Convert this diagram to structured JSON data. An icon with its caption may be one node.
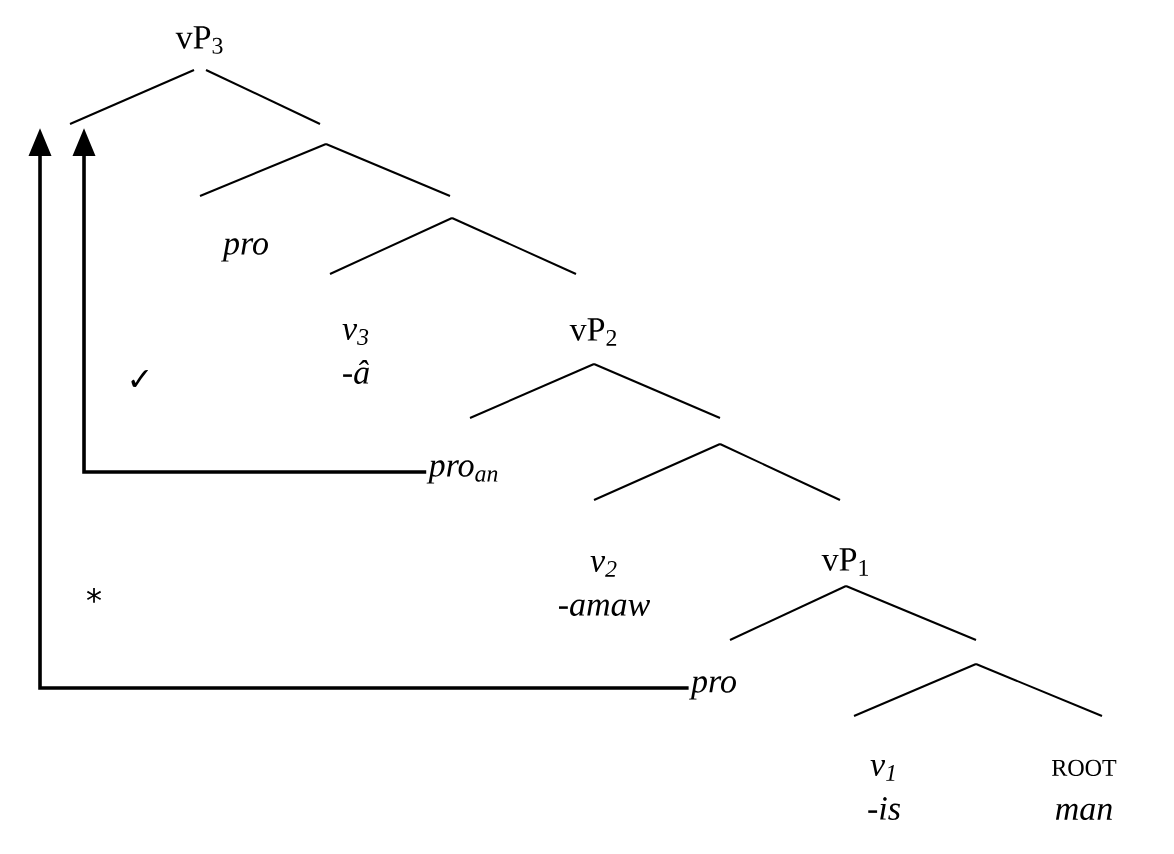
{
  "diagram": {
    "nodes": [
      {
        "text": [
          "vP$_{3}$"
        ]
      },
      {
        "text": [
          "pro"
        ]
      },
      {
        "text": [
          "v$_{3}$",
          "-â"
        ]
      },
      {
        "text": [
          "vP$_{2}$"
        ]
      },
      {
        "text": [
          "pro$_{an}$"
        ]
      },
      {
        "text": [
          "v$_{2}$",
          "-amaw"
        ]
      },
      {
        "text": [
          "vP$_{1}$"
        ]
      },
      {
        "text": [
          "pro"
        ]
      },
      {
        "text": [
          "v$_{1}$",
          "-is"
        ]
      },
      {
        "text": [
          "ROOT",
          "man"
        ]
      }
    ],
    "edges": [
      {
        "from": 4,
        "to": null,
        "arrow": "to",
        "label": "✓"
      },
      {
        "from": 7,
        "to": null,
        "arrow": "to",
        "label": "*"
      }
    ]
  }
}
